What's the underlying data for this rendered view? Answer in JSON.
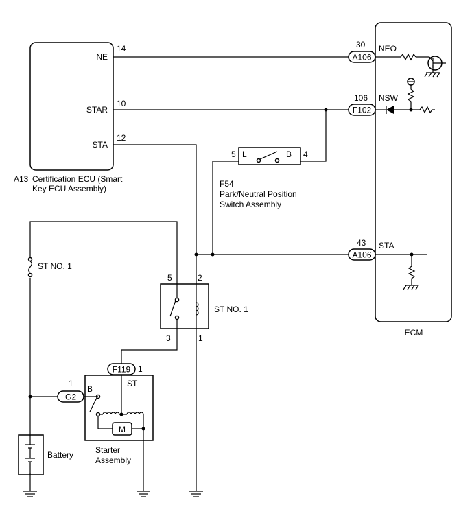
{
  "ecu": {
    "code": "A13",
    "name_line1": "Certification ECU (Smart",
    "name_line2": "Key ECU Assembly)",
    "pins": [
      {
        "label": "NE",
        "num": "14"
      },
      {
        "label": "STAR",
        "num": "10"
      },
      {
        "label": "STA",
        "num": "12"
      }
    ]
  },
  "ecm": {
    "label": "ECM",
    "pins": [
      {
        "num": "30",
        "connector": "A106",
        "label": "NEO"
      },
      {
        "num": "106",
        "connector": "F102",
        "label": "NSW"
      },
      {
        "num": "43",
        "connector": "A106",
        "label": "STA"
      }
    ]
  },
  "park_switch": {
    "code": "F54",
    "name_line1": "Park/Neutral Position",
    "name_line2": "Switch Assembly",
    "pin_left": "5",
    "pin_right": "4",
    "label_L": "L",
    "label_B": "B"
  },
  "relay": {
    "label": "ST NO. 1",
    "pin5": "5",
    "pin2": "2",
    "pin3": "3",
    "pin1": "1"
  },
  "fuse": {
    "label": "ST NO. 1"
  },
  "starter": {
    "name_line1": "Starter",
    "name_line2": "Assembly",
    "connector_st": "F119",
    "connector_st_pin": "1",
    "st_label": "ST",
    "connector_b": "G2",
    "connector_b_pin": "1",
    "b_label": "B",
    "motor_label": "M"
  },
  "battery": {
    "label": "Battery"
  }
}
